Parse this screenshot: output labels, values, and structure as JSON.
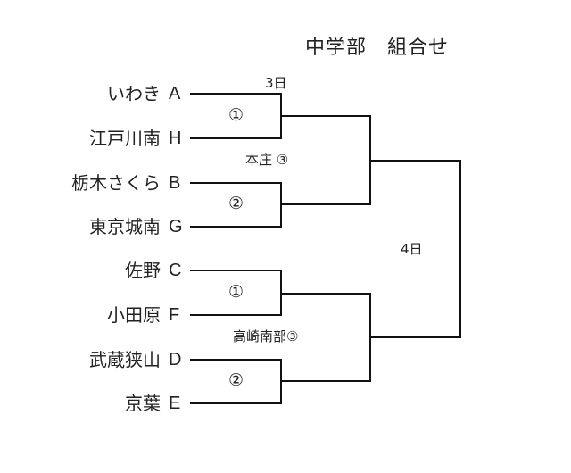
{
  "title": "中学部　組合せ",
  "teams": [
    {
      "name": "いわき",
      "seed": "A"
    },
    {
      "name": "江戸川南",
      "seed": "H"
    },
    {
      "name": "栃木さくら",
      "seed": "B"
    },
    {
      "name": "東京城南",
      "seed": "G"
    },
    {
      "name": "佐野",
      "seed": "C"
    },
    {
      "name": "小田原",
      "seed": "F"
    },
    {
      "name": "武蔵狭山",
      "seed": "D"
    },
    {
      "name": "京葉",
      "seed": "E"
    }
  ],
  "labels": {
    "day1": "3日",
    "day2": "4日",
    "upper_venue": "本庄 ③",
    "lower_venue": "高崎南部③",
    "upper_match1": "①",
    "upper_match2": "②",
    "lower_match1": "①",
    "lower_match2": "②"
  }
}
